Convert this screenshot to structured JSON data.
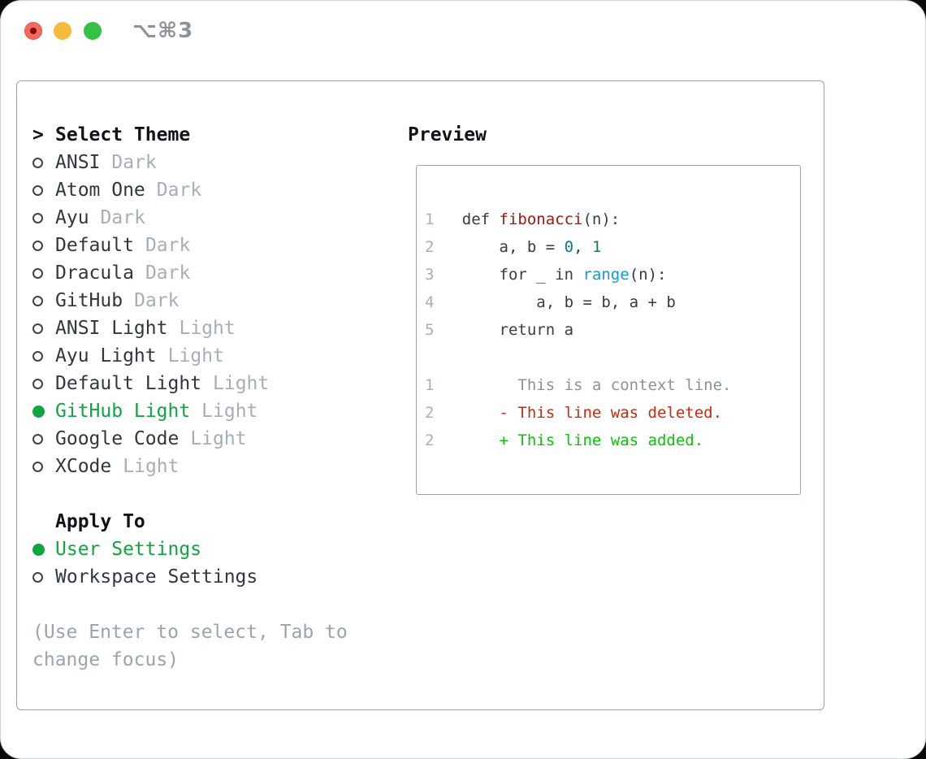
{
  "window": {
    "shortcut_label": "⌥⌘3"
  },
  "colors": {
    "selected_green": "#0fa53f",
    "added_green": "#0cc30c",
    "deleted_red": "#cc2a12",
    "function_red": "#a5170e",
    "number_teal": "#0b7c79",
    "builtin_blue": "#119bd6",
    "panel_border": "#9aa3ad"
  },
  "theme_panel": {
    "prompt": ">",
    "header": "Select Theme",
    "themes": [
      {
        "name": "ANSI",
        "tag": "Dark",
        "selected": false
      },
      {
        "name": "Atom One",
        "tag": "Dark",
        "selected": false
      },
      {
        "name": "Ayu",
        "tag": "Dark",
        "selected": false
      },
      {
        "name": "Default",
        "tag": "Dark",
        "selected": false
      },
      {
        "name": "Dracula",
        "tag": "Dark",
        "selected": false
      },
      {
        "name": "GitHub",
        "tag": "Dark",
        "selected": false
      },
      {
        "name": "ANSI Light",
        "tag": "Light",
        "selected": false
      },
      {
        "name": "Ayu Light",
        "tag": "Light",
        "selected": false
      },
      {
        "name": "Default Light",
        "tag": "Light",
        "selected": false
      },
      {
        "name": "GitHub Light",
        "tag": "Light",
        "selected": true
      },
      {
        "name": "Google Code",
        "tag": "Light",
        "selected": false
      },
      {
        "name": "XCode",
        "tag": "Light",
        "selected": false
      }
    ],
    "apply_to": {
      "header": "Apply To",
      "options": [
        {
          "label": "User Settings",
          "selected": true
        },
        {
          "label": "Workspace Settings",
          "selected": false
        }
      ]
    },
    "hint_lines": [
      "(Use Enter to select, Tab to",
      "change focus)"
    ]
  },
  "preview": {
    "header": "Preview",
    "gutter": "   ",
    "code_lines": [
      {
        "num": "1",
        "tokens": [
          {
            "text": "def ",
            "style": "code"
          },
          {
            "text": "fibonacci",
            "style": "function"
          },
          {
            "text": "(n):",
            "style": "code"
          }
        ]
      },
      {
        "num": "2",
        "tokens": [
          {
            "text": "    a, b = ",
            "style": "code"
          },
          {
            "text": "0",
            "style": "number"
          },
          {
            "text": ", ",
            "style": "code"
          },
          {
            "text": "1",
            "style": "number"
          }
        ]
      },
      {
        "num": "3",
        "tokens": [
          {
            "text": "    for _ in ",
            "style": "code"
          },
          {
            "text": "range",
            "style": "builtin"
          },
          {
            "text": "(n):",
            "style": "code"
          }
        ]
      },
      {
        "num": "4",
        "tokens": [
          {
            "text": "        a, b = b, a + b",
            "style": "code"
          }
        ]
      },
      {
        "num": "5",
        "tokens": [
          {
            "text": "    return a",
            "style": "code"
          }
        ]
      },
      {
        "num": "",
        "tokens": []
      },
      {
        "num": "1",
        "tokens": [
          {
            "text": "      This is a context line.",
            "style": "context"
          }
        ]
      },
      {
        "num": "2",
        "tokens": [
          {
            "text": "    - This line was deleted.",
            "style": "deleted"
          }
        ]
      },
      {
        "num": "2",
        "tokens": [
          {
            "text": "    + This line was added.",
            "style": "added"
          }
        ]
      }
    ]
  }
}
